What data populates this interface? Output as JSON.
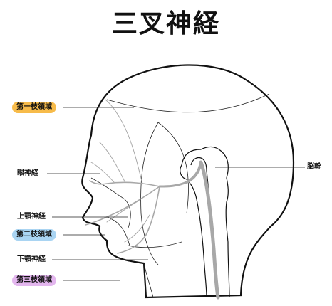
{
  "title": "三叉神経",
  "labels": {
    "region1": "第一枝領域",
    "ophthalmic": "眼神経",
    "maxillary": "上顎神経",
    "region2": "第二枝領域",
    "mandibular": "下顎神経",
    "region3": "第三枝領域",
    "brainstem": "脳幹"
  },
  "colors": {
    "region1": "#f7bb4a",
    "region2": "#a9d4f2",
    "region3": "#e3b6ee",
    "nerve": "#a8a8a8",
    "outline": "#111111"
  }
}
